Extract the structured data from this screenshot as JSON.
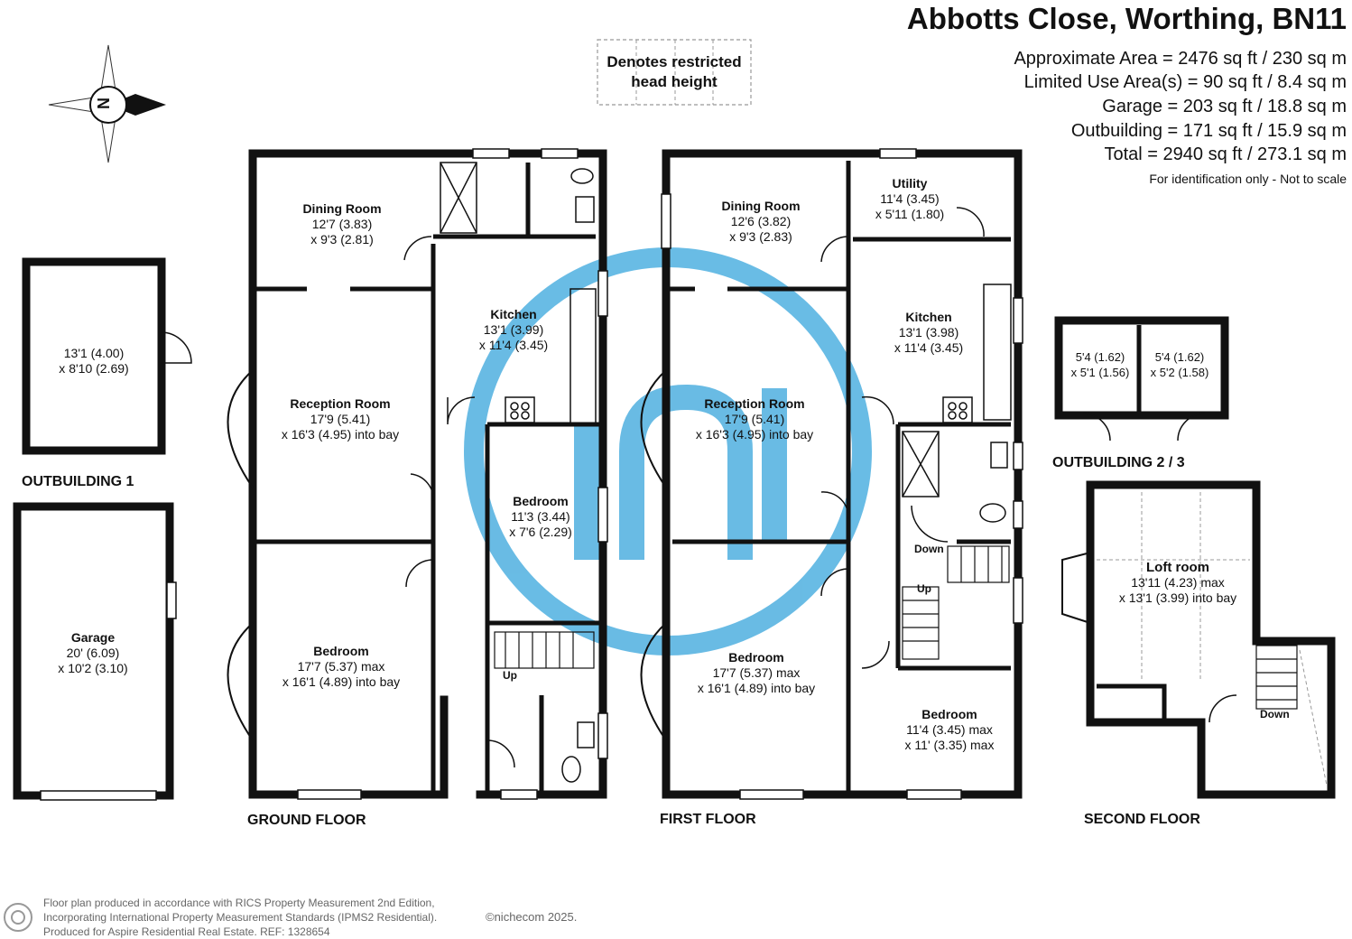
{
  "header": {
    "title": "Abbotts Close, Worthing, BN11",
    "areas": [
      "Approximate Area = 2476 sq ft / 230 sq m",
      "Limited Use Area(s) = 90 sq ft / 8.4 sq m",
      "Garage = 203 sq ft / 18.8 sq m",
      "Outbuilding = 171 sq ft / 15.9 sq m",
      "Total = 2940 sq ft / 273.1 sq m"
    ],
    "note": "For identification only - Not to scale"
  },
  "legend": {
    "restricted": "Denotes restricted head height"
  },
  "compass": {
    "label": "N"
  },
  "floors": {
    "ground": "GROUND FLOOR",
    "first": "FIRST FLOOR",
    "second": "SECOND FLOOR",
    "outbuilding1": "OUTBUILDING 1",
    "outbuilding23": "OUTBUILDING 2 / 3"
  },
  "rooms": {
    "out1": {
      "dims": "13'1 (4.00)",
      "dims2": "x 8'10 (2.69)"
    },
    "garage": {
      "name": "Garage",
      "dims": "20' (6.09)",
      "dims2": "x 10'2 (3.10)"
    },
    "g_dining": {
      "name": "Dining Room",
      "dims": "12'7 (3.83)",
      "dims2": "x 9'3 (2.81)"
    },
    "g_kitchen": {
      "name": "Kitchen",
      "dims": "13'1 (3.99)",
      "dims2": "x 11'4 (3.45)"
    },
    "g_reception": {
      "name": "Reception Room",
      "dims": "17'9 (5.41)",
      "dims2": "x 16'3 (4.95) into bay"
    },
    "g_bedroom_small": {
      "name": "Bedroom",
      "dims": "11'3 (3.44)",
      "dims2": "x 7'6 (2.29)"
    },
    "g_bedroom": {
      "name": "Bedroom",
      "dims": "17'7 (5.37) max",
      "dims2": "x 16'1 (4.89) into bay"
    },
    "f_dining": {
      "name": "Dining Room",
      "dims": "12'6 (3.82)",
      "dims2": "x 9'3 (2.83)"
    },
    "f_utility": {
      "name": "Utility",
      "dims": "11'4 (3.45)",
      "dims2": "x 5'11 (1.80)"
    },
    "f_kitchen": {
      "name": "Kitchen",
      "dims": "13'1 (3.98)",
      "dims2": "x 11'4 (3.45)"
    },
    "f_reception": {
      "name": "Reception Room",
      "dims": "17'9 (5.41)",
      "dims2": "x 16'3 (4.95) into bay"
    },
    "f_bedroom": {
      "name": "Bedroom",
      "dims": "17'7 (5.37)  max",
      "dims2": "x 16'1 (4.89) into bay"
    },
    "f_bedroom_small": {
      "name": "Bedroom",
      "dims": "11'4 (3.45) max",
      "dims2": "x 11' (3.35) max"
    },
    "out2": {
      "dims": "5'4 (1.62)",
      "dims2": "x 5'1 (1.56)"
    },
    "out3": {
      "dims": "5'4 (1.62)",
      "dims2": "x 5'2 (1.58)"
    },
    "loft": {
      "name": "Loft room",
      "dims": "13'11 (4.23) max",
      "dims2": "x 13'1 (3.99) into bay"
    }
  },
  "stairs": {
    "up": "Up",
    "down": "Down"
  },
  "footer": {
    "lines": [
      "Floor plan produced in accordance with RICS Property Measurement 2nd Edition,",
      "Incorporating International Property Measurement Standards (IPMS2 Residential).",
      "Produced for Aspire Residential Real Estate.  REF:  1328654"
    ],
    "copyright": "©nichecom 2025."
  },
  "colors": {
    "wall": "#111111",
    "watermark": "#2b9fd8"
  }
}
